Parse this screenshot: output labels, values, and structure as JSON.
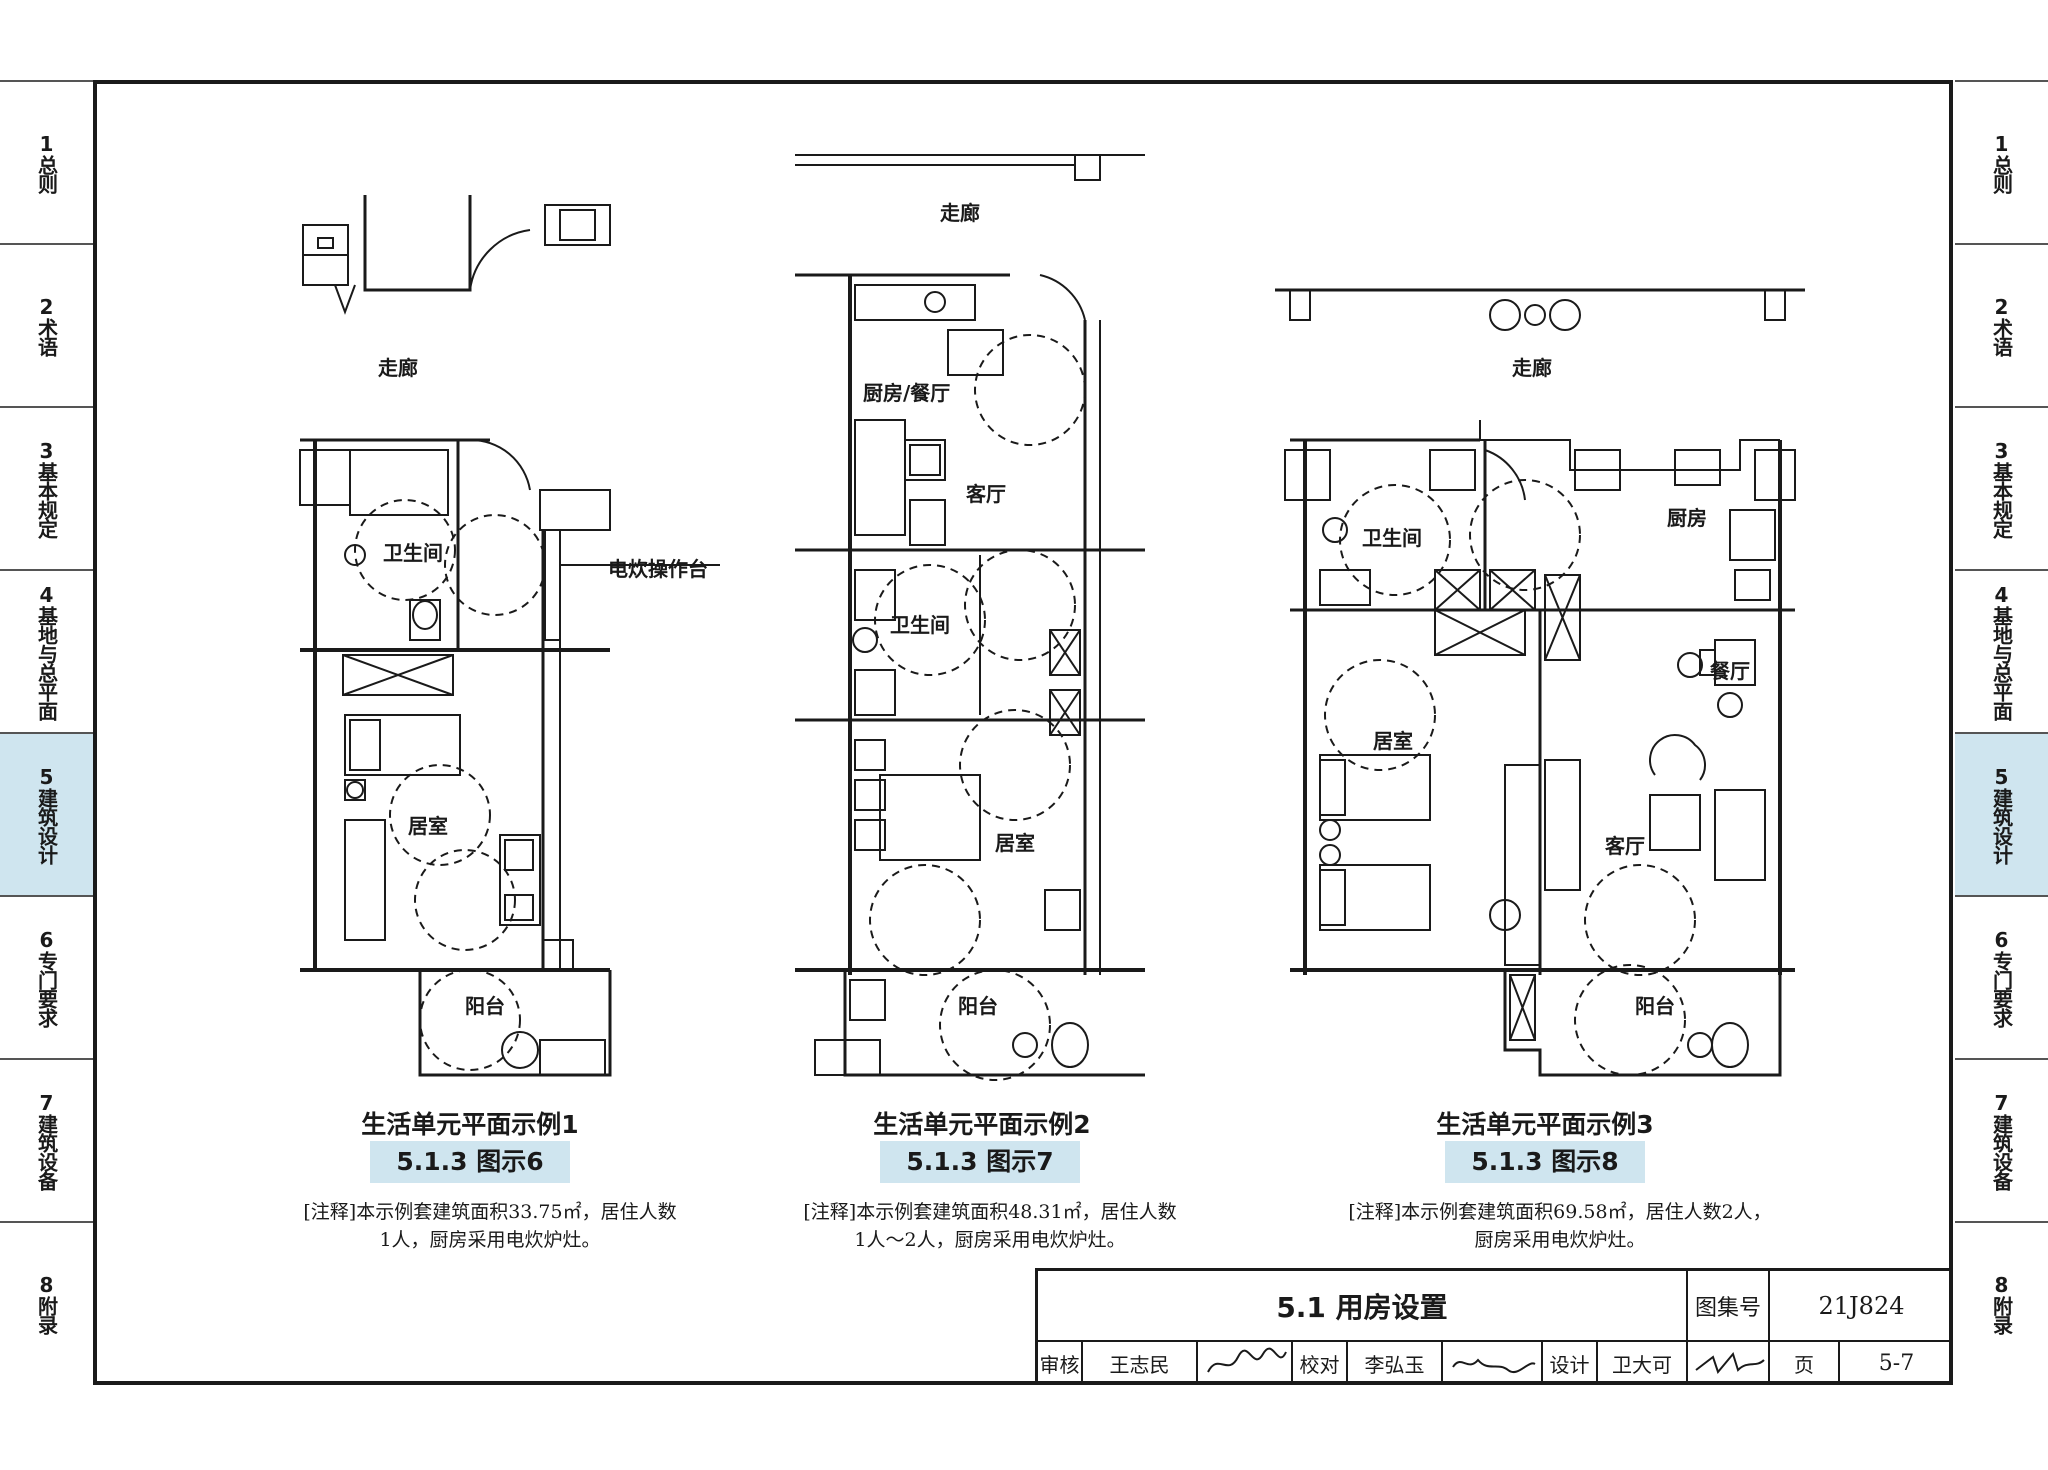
{
  "side_tabs": [
    {
      "num": "1",
      "label": "总则"
    },
    {
      "num": "2",
      "label": "术语"
    },
    {
      "num": "3",
      "label": "基本规定"
    },
    {
      "num": "4",
      "label": "基地与总平面"
    },
    {
      "num": "5",
      "label": "建筑设计",
      "active": true
    },
    {
      "num": "6",
      "label": "专门要求"
    },
    {
      "num": "7",
      "label": "建筑设备"
    },
    {
      "num": "8",
      "label": "附录"
    }
  ],
  "plans": [
    {
      "title": "生活单元平面示例1",
      "ref": "5.1.3 图示6",
      "note_line1": "[注释]本示例套建筑面积33.75㎡，居住人数",
      "note_line2": "1人，厨房采用电炊炉灶。",
      "rooms": {
        "corridor": "走廊",
        "bath": "卫生间",
        "bedroom": "居室",
        "balcony": "阳台",
        "counter": "电炊操作台"
      }
    },
    {
      "title": "生活单元平面示例2",
      "ref": "5.1.3 图示7",
      "note_line1": "[注释]本示例套建筑面积48.31㎡，居住人数",
      "note_line2": "1人～2人，厨房采用电炊炉灶。",
      "rooms": {
        "corridor": "走廊",
        "kitchen": "厨房/餐厅",
        "living": "客厅",
        "bath": "卫生间",
        "bedroom": "居室",
        "balcony": "阳台"
      }
    },
    {
      "title": "生活单元平面示例3",
      "ref": "5.1.3 图示8",
      "note_line1": "[注释]本示例套建筑面积69.58㎡，居住人数2人，",
      "note_line2": "厨房采用电炊炉灶。",
      "rooms": {
        "corridor": "走廊",
        "kitchen": "厨房",
        "bath": "卫生间",
        "dining": "餐厅",
        "bedroom": "居室",
        "living": "客厅",
        "balcony": "阳台"
      }
    }
  ],
  "title_block": {
    "section": "5.1 用房设置",
    "atlas_label": "图集号",
    "atlas_no": "21J824",
    "review_label": "审核",
    "reviewer": "王志民",
    "check_label": "校对",
    "checker": "李弘玉",
    "design_label": "设计",
    "designer": "卫大可",
    "page_label": "页",
    "page_no": "5-7"
  }
}
